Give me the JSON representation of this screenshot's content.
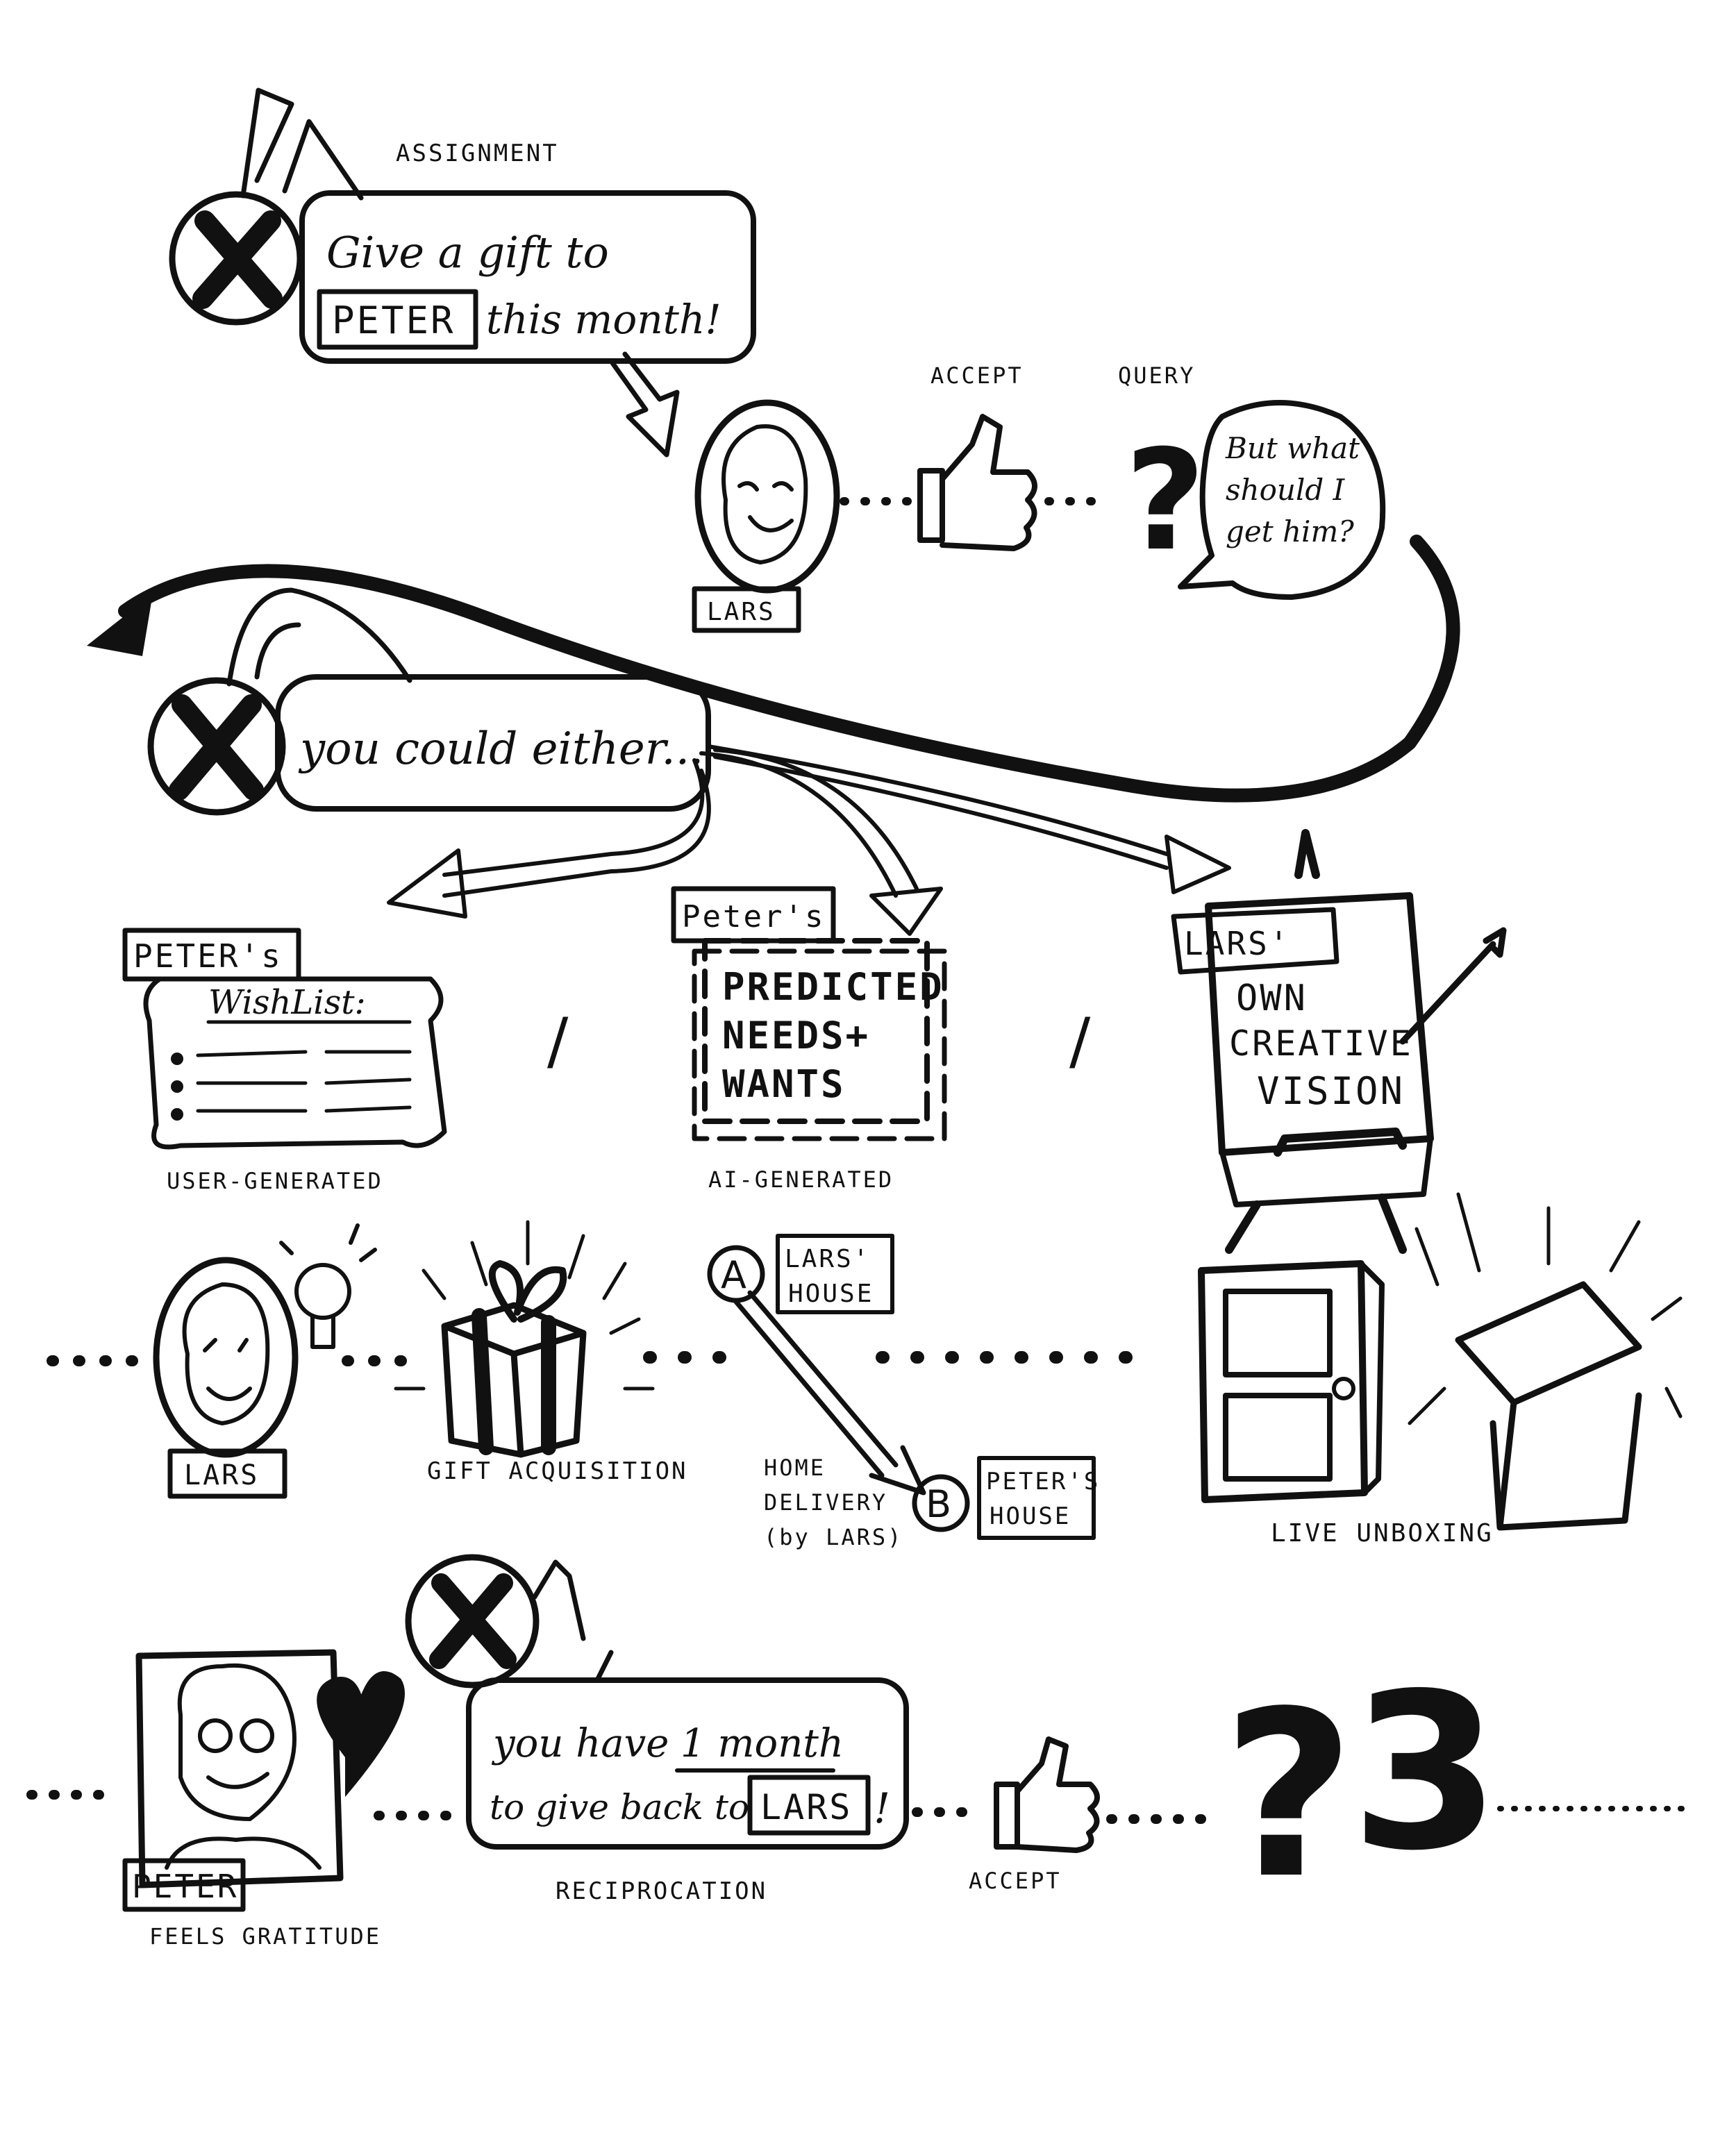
{
  "row1": {
    "assignment_label": "ASSIGNMENT",
    "message_line1": "Give a gift to",
    "message_name": "PETER",
    "message_line2_rest": "this month!",
    "accept_label": "ACCEPT",
    "query_label": "QUERY",
    "question_line1": "But what",
    "question_line2": "should I",
    "question_line3": "get him?",
    "avatar_name": "LARS"
  },
  "row2": {
    "message": "you could either..."
  },
  "row3": {
    "wishlist_tag": "PETER's",
    "wishlist_title": "WishList:",
    "wishlist_caption": "USER-GENERATED",
    "predicted_tag": "Peter's",
    "predicted_line1": "PREDICTED",
    "predicted_line2": "NEEDS+",
    "predicted_line3": "WANTS",
    "predicted_caption": "AI-GENERATED",
    "vision_tag": "LARS'",
    "vision_line1": "OWN",
    "vision_line2": "CREATIVE",
    "vision_line3": "VISION",
    "separator": "/"
  },
  "row4": {
    "avatar_name": "LARS",
    "gift_caption": "GIFT ACQUISITION",
    "point_a": "A",
    "point_b": "B",
    "house_a_line1": "LARS'",
    "house_a_line2": "HOUSE",
    "house_b_line1": "PETER'S",
    "house_b_line2": "HOUSE",
    "delivery_line1": "HOME",
    "delivery_line2": "DELIVERY",
    "delivery_line3": "(by LARS)",
    "unboxing_caption": "LIVE UNBOXING"
  },
  "row5": {
    "avatar_name": "PETER",
    "feels_caption": "FEELS GRATITUDE",
    "message_line1_a": "you have",
    "message_line1_b": "1 month",
    "message_line2_a": "to give back to",
    "message_name": "LARS",
    "message_end": "!",
    "reciprocation_caption": "RECIPROCATION",
    "accept_label": "ACCEPT",
    "big_question": "?",
    "big_number": "3"
  }
}
